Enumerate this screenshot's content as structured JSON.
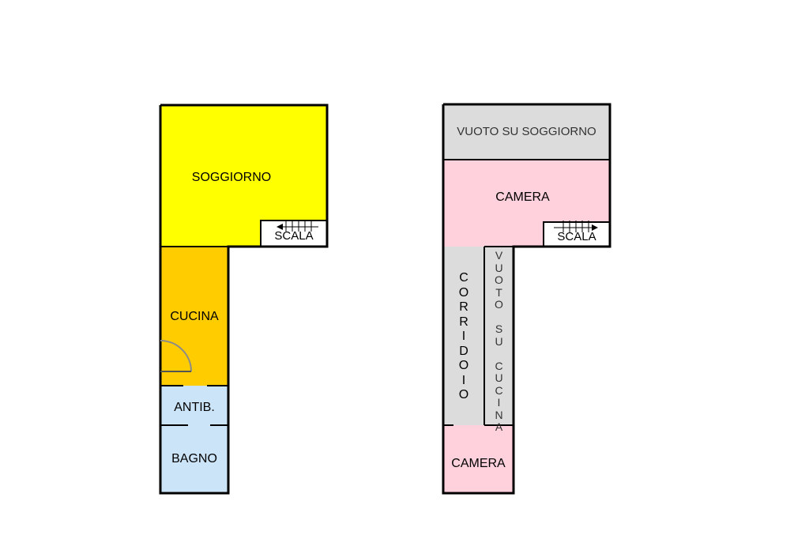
{
  "plan_left": {
    "soggiorno": {
      "label": "SOGGIORNO",
      "color": "#ffff00"
    },
    "cucina": {
      "label": "CUCINA",
      "color": "#ffcc00"
    },
    "antib": {
      "label": "ANTIB.",
      "color": "#cce4f8"
    },
    "bagno": {
      "label": "BAGNO",
      "color": "#cce4f8"
    },
    "scala": {
      "label": "SCALA"
    }
  },
  "plan_right": {
    "vuoto_soggiorno": {
      "label": "VUOTO SU SOGGIORNO",
      "color": "#dcdcdc"
    },
    "camera_top": {
      "label": "CAMERA",
      "color": "#ffd1dc"
    },
    "scala": {
      "label": "SCALA"
    },
    "corridoio": {
      "label": "CORRIDOIO",
      "color": "#dcdcdc"
    },
    "vuoto_cucina": {
      "label": "VUOTO SU CUCINA",
      "color": "#dcdcdc"
    },
    "camera_bottom": {
      "label": "CAMERA",
      "color": "#ffd1dc"
    }
  }
}
